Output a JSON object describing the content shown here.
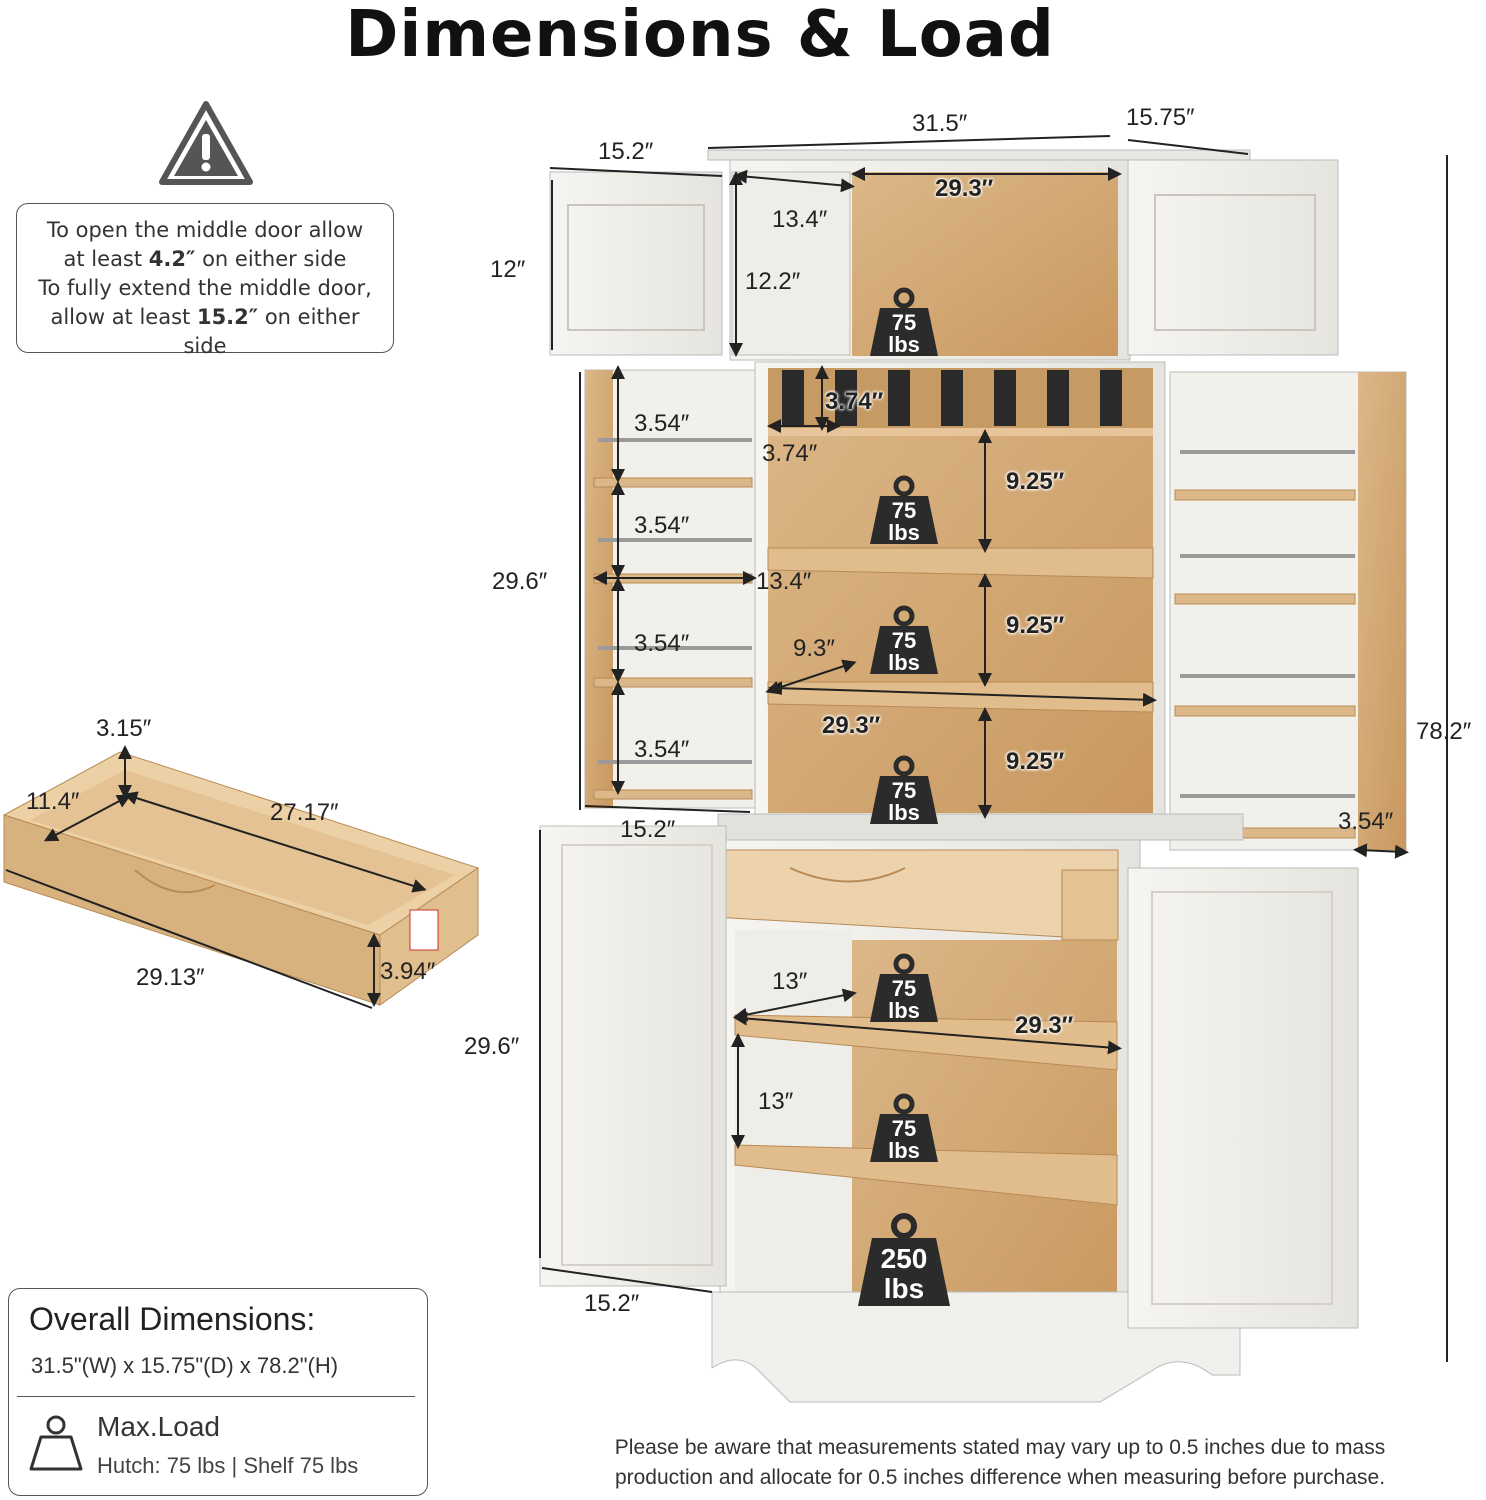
{
  "title": "Dimensions & Load",
  "warning": {
    "icon": "warning-triangle-icon",
    "line1": "To open the middle door allow",
    "line2_pre": "at least ",
    "line2_val": "4.2″",
    "line2_post": " on either side",
    "line3": "To fully extend the middle door,",
    "line4_pre": "allow at least ",
    "line4_val": "15.2″",
    "line4_post": " on either side"
  },
  "dims": {
    "top_width": "31.5″",
    "top_depth": "15.75″",
    "hutch_door_width": "15.2″",
    "hutch_height": "12″",
    "hutch_inner_width": "29.3″",
    "hutch_door_inner_depth": "13.4″",
    "hutch_door_inner_height": "12.2″",
    "middle_height": "29.6″",
    "spice_gap_1": "3.54″",
    "spice_gap_2": "3.54″",
    "spice_gap_3": "3.54″",
    "spice_gap_4": "3.54″",
    "cubby_height": "3.74″",
    "cubby_width": "3.74″",
    "middle_depth": "13.4″",
    "shelf_gap_1": "9.25″",
    "shelf_gap_2": "9.25″",
    "shelf_gap_3": "9.25″",
    "shelf_depth": "9.3″",
    "middle_width": "29.3″",
    "middle_door_width": "15.2″",
    "right_door_gap": "3.54″",
    "total_height": "78.2″",
    "drawer_height": "3.15″",
    "drawer_inner_depth": "11.4″",
    "drawer_inner_width": "27.17″",
    "drawer_outer_width": "29.13″",
    "drawer_outer_height": "3.94″",
    "bottom_height": "29.6″",
    "bottom_shelf_depth": "13″",
    "bottom_shelf_width": "29.3″",
    "bottom_shelf_gap": "13″",
    "bottom_door_width": "15.2″"
  },
  "weights": {
    "hutch": {
      "value": "75",
      "unit": "lbs"
    },
    "mid1": {
      "value": "75",
      "unit": "lbs"
    },
    "mid2": {
      "value": "75",
      "unit": "lbs"
    },
    "mid3": {
      "value": "75",
      "unit": "lbs"
    },
    "bot1": {
      "value": "75",
      "unit": "lbs"
    },
    "bot2": {
      "value": "75",
      "unit": "lbs"
    },
    "bot3": {
      "value": "250",
      "unit": "lbs"
    }
  },
  "overall": {
    "heading": "Overall Dimensions:",
    "value": "31.5\"(W) x 15.75\"(D) x 78.2\"(H)",
    "max_load_label": "Max.Load",
    "max_load_value": "Hutch: 75 lbs | Shelf 75 lbs",
    "icon": "weight-icon"
  },
  "note": {
    "line1": "Please be aware that measurements stated may vary up to 0.5 inches due to mass",
    "line2": "production and allocate for 0.5 inches difference when measuring before purchase."
  },
  "colors": {
    "wood": "#d9b17e",
    "wood_dark": "#c99a63",
    "white_panel": "#f1efea",
    "weight": "#2b2b2b"
  }
}
